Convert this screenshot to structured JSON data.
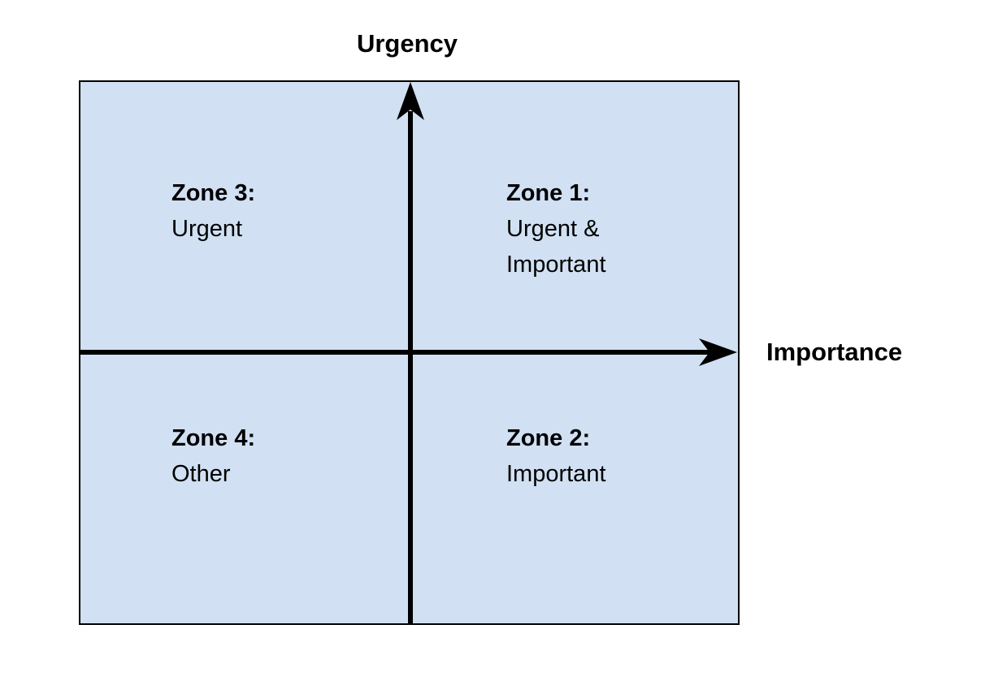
{
  "diagram": {
    "title": "Urgency",
    "x_axis_label": "Importance",
    "zones": {
      "zone1": {
        "title": "Zone 1:",
        "line1": "Urgent &",
        "line2": "Important"
      },
      "zone2": {
        "title": "Zone 2:",
        "line1": "Important"
      },
      "zone3": {
        "title": "Zone 3:",
        "line1": "Urgent"
      },
      "zone4": {
        "title": "Zone 4:",
        "line1": "Other"
      }
    },
    "colors": {
      "quadrant_fill": "#d1e0f3",
      "stroke": "#000000"
    }
  }
}
